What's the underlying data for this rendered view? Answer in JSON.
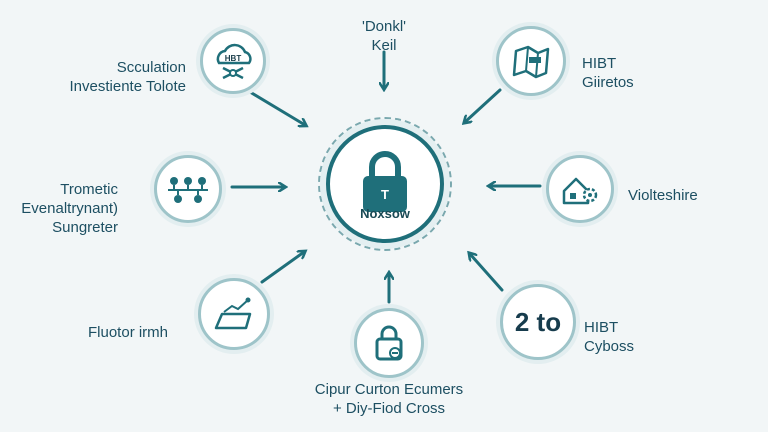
{
  "center": {
    "label": "Noxsow",
    "lock_letter": "T"
  },
  "nodes": {
    "top_left": {
      "lines": [
        "Scculation",
        "Investiente Tolote"
      ],
      "icon": "cloud-icon",
      "icon_text": "HBT"
    },
    "top": {
      "lines": [
        "'Donkl'",
        "Keil"
      ]
    },
    "top_right": {
      "lines": [
        "HIBT",
        "Giiretos"
      ],
      "icon": "map-icon"
    },
    "mid_left": {
      "lines": [
        "Trometic",
        "Evenaltrynant)",
        "Sungreter"
      ],
      "icon": "network-icon"
    },
    "mid_right": {
      "lines": [
        "Violteshire"
      ],
      "icon": "house-gear-icon"
    },
    "bottom_left": {
      "lines": [
        "Fluotor irmh"
      ],
      "icon": "chart-icon"
    },
    "bottom": {
      "lines": [
        "Cipur Curton Ecumers",
        "+ Diy-Fiod Cross"
      ],
      "icon": "padlock-icon"
    },
    "bottom_right": {
      "lines": [
        "HIBT",
        "Cyboss"
      ],
      "icon_text": "2 to"
    }
  },
  "colors": {
    "teal": "#1f6f7a",
    "ring": "#9ec4c9",
    "text": "#1d4f62",
    "bg": "#f2f6f7"
  }
}
